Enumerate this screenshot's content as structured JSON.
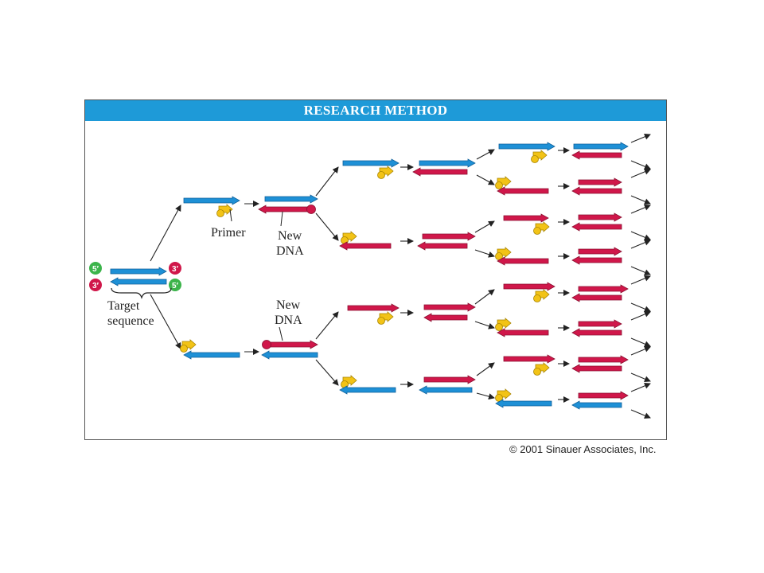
{
  "header": {
    "title": "RESEARCH METHOD"
  },
  "labels": {
    "primer": "Primer",
    "new": "New",
    "dna": "DNA",
    "target": "Target",
    "sequence": "sequence",
    "five_prime": "5′",
    "three_prime": "3′"
  },
  "colors": {
    "blue": "#1e90d6",
    "red": "#d0174a",
    "primer": "#f2c316",
    "green": "#3cb44b",
    "header": "#1e9ad8"
  },
  "footer": {
    "copyright": "© 2001 Sinauer Associates, Inc."
  }
}
